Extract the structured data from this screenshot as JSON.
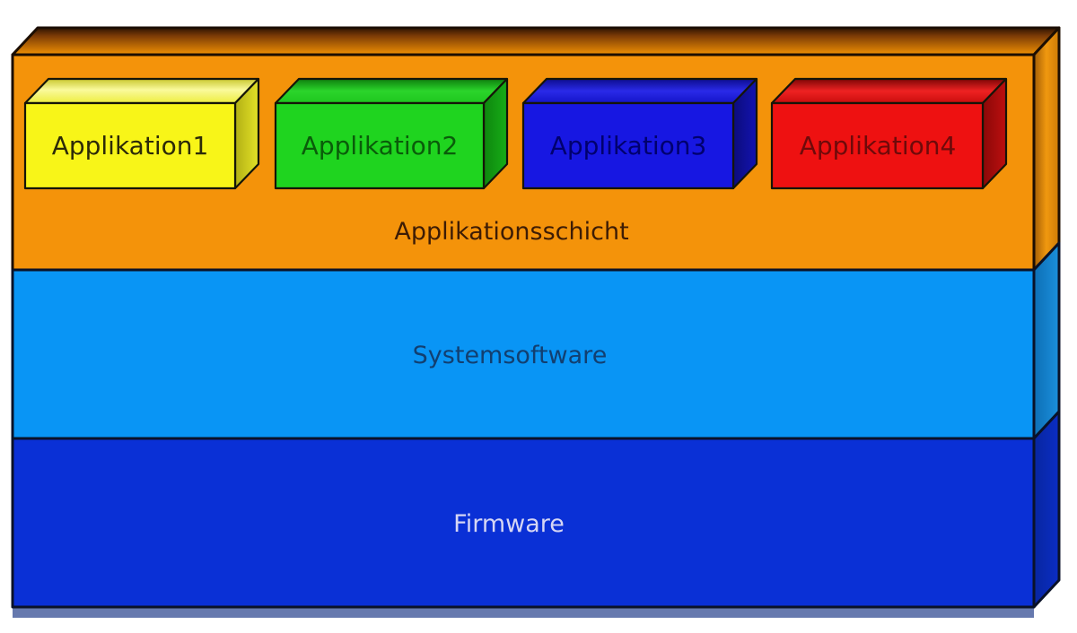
{
  "diagram": {
    "type": "layer-stack",
    "background_color": "#ffffff",
    "outline_color": "#1c0e02",
    "bottom_edge_color": "#6679ae",
    "layers": [
      {
        "label": "Applikationsschicht",
        "color": "#f4930a",
        "text_color": "#3d1c05",
        "boxes": [
          {
            "label": "Applikation1",
            "color": "#f8f518",
            "text_color": "#2c2a08"
          },
          {
            "label": "Applikation2",
            "color": "#1fd41f",
            "text_color": "#0a5c0a"
          },
          {
            "label": "Applikation3",
            "color": "#1717e2",
            "text_color": "#00006e"
          },
          {
            "label": "Applikation4",
            "color": "#ee1111",
            "text_color": "#6e0a0a"
          }
        ]
      },
      {
        "label": "Systemsoftware",
        "color": "#0995f5",
        "text_color": "#123f70",
        "boxes": []
      },
      {
        "label": "Firmware",
        "color": "#0a30d6",
        "text_color": "#d6d6f4",
        "boxes": []
      }
    ]
  }
}
